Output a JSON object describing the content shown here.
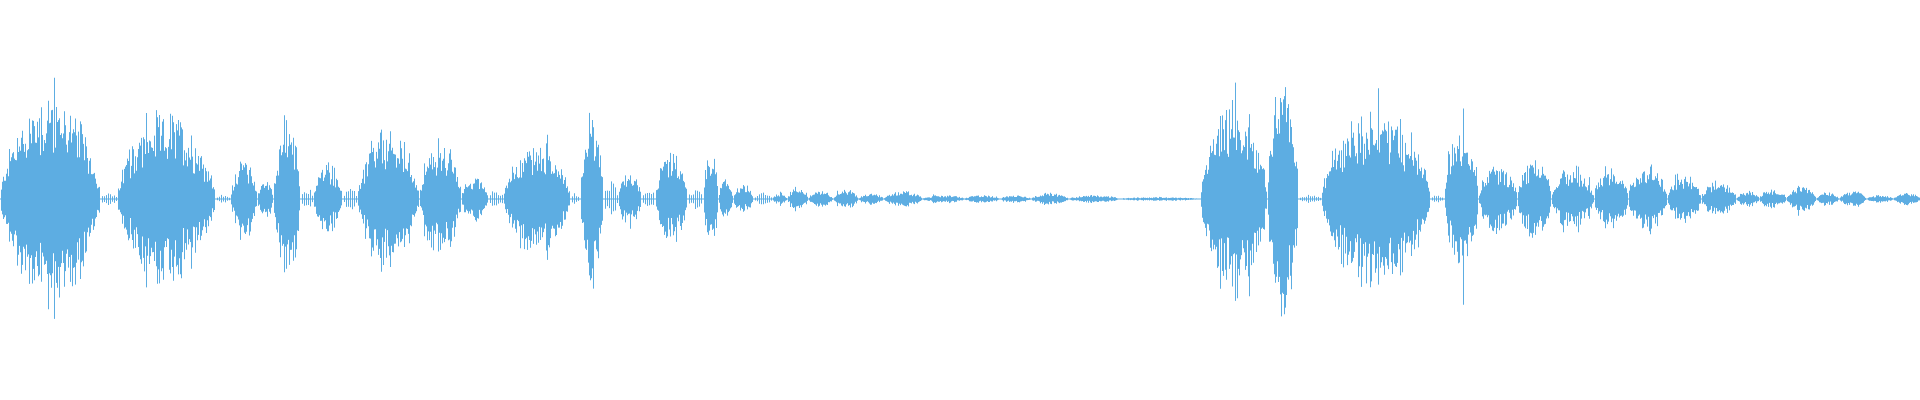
{
  "waveform": {
    "color": "#5dade2",
    "segments": [
      {
        "start": 0.0,
        "end": 0.052,
        "amp": 0.52,
        "density": "dense"
      },
      {
        "start": 0.052,
        "end": 0.061,
        "amp": 0.03,
        "density": "sparse"
      },
      {
        "start": 0.061,
        "end": 0.112,
        "amp": 0.42,
        "density": "dense"
      },
      {
        "start": 0.112,
        "end": 0.12,
        "amp": 0.02,
        "density": "sparse"
      },
      {
        "start": 0.12,
        "end": 0.134,
        "amp": 0.2,
        "density": "dense"
      },
      {
        "start": 0.134,
        "end": 0.142,
        "amp": 0.1,
        "density": "dense"
      },
      {
        "start": 0.142,
        "end": 0.156,
        "amp": 0.4,
        "density": "dense"
      },
      {
        "start": 0.156,
        "end": 0.163,
        "amp": 0.06,
        "density": "sparse"
      },
      {
        "start": 0.163,
        "end": 0.178,
        "amp": 0.18,
        "density": "dense"
      },
      {
        "start": 0.178,
        "end": 0.186,
        "amp": 0.05,
        "density": "sparse"
      },
      {
        "start": 0.186,
        "end": 0.218,
        "amp": 0.33,
        "density": "dense"
      },
      {
        "start": 0.218,
        "end": 0.24,
        "amp": 0.28,
        "density": "dense"
      },
      {
        "start": 0.24,
        "end": 0.254,
        "amp": 0.12,
        "density": "dense"
      },
      {
        "start": 0.254,
        "end": 0.262,
        "amp": 0.05,
        "density": "sparse"
      },
      {
        "start": 0.262,
        "end": 0.297,
        "amp": 0.28,
        "density": "dense"
      },
      {
        "start": 0.297,
        "end": 0.302,
        "amp": 0.03,
        "density": "sparse"
      },
      {
        "start": 0.302,
        "end": 0.314,
        "amp": 0.42,
        "density": "dense"
      },
      {
        "start": 0.314,
        "end": 0.322,
        "amp": 0.08,
        "density": "sparse"
      },
      {
        "start": 0.322,
        "end": 0.334,
        "amp": 0.14,
        "density": "dense"
      },
      {
        "start": 0.334,
        "end": 0.341,
        "amp": 0.06,
        "density": "sparse"
      },
      {
        "start": 0.341,
        "end": 0.358,
        "amp": 0.22,
        "density": "dense"
      },
      {
        "start": 0.358,
        "end": 0.366,
        "amp": 0.05,
        "density": "sparse"
      },
      {
        "start": 0.366,
        "end": 0.374,
        "amp": 0.25,
        "density": "dense"
      },
      {
        "start": 0.374,
        "end": 0.382,
        "amp": 0.1,
        "density": "dense"
      },
      {
        "start": 0.382,
        "end": 0.392,
        "amp": 0.07,
        "density": "dense"
      },
      {
        "start": 0.392,
        "end": 0.402,
        "amp": 0.03,
        "density": "sparse"
      },
      {
        "start": 0.402,
        "end": 0.41,
        "amp": 0.03,
        "density": "dense"
      },
      {
        "start": 0.41,
        "end": 0.421,
        "amp": 0.06,
        "density": "dense"
      },
      {
        "start": 0.421,
        "end": 0.434,
        "amp": 0.04,
        "density": "dense"
      },
      {
        "start": 0.434,
        "end": 0.447,
        "amp": 0.05,
        "density": "dense"
      },
      {
        "start": 0.447,
        "end": 0.46,
        "amp": 0.03,
        "density": "dense"
      },
      {
        "start": 0.46,
        "end": 0.48,
        "amp": 0.04,
        "density": "dense"
      },
      {
        "start": 0.48,
        "end": 0.502,
        "amp": 0.02,
        "density": "dense"
      },
      {
        "start": 0.502,
        "end": 0.521,
        "amp": 0.02,
        "density": "dense"
      },
      {
        "start": 0.521,
        "end": 0.537,
        "amp": 0.02,
        "density": "dense"
      },
      {
        "start": 0.537,
        "end": 0.556,
        "amp": 0.03,
        "density": "dense"
      },
      {
        "start": 0.556,
        "end": 0.583,
        "amp": 0.02,
        "density": "dense"
      },
      {
        "start": 0.583,
        "end": 0.625,
        "amp": 0.01,
        "density": "dense"
      },
      {
        "start": 0.625,
        "end": 0.66,
        "amp": 0.48,
        "density": "dense"
      },
      {
        "start": 0.66,
        "end": 0.676,
        "amp": 0.6,
        "density": "dense"
      },
      {
        "start": 0.676,
        "end": 0.688,
        "amp": 0.02,
        "density": "sparse"
      },
      {
        "start": 0.688,
        "end": 0.745,
        "amp": 0.45,
        "density": "dense"
      },
      {
        "start": 0.745,
        "end": 0.752,
        "amp": 0.02,
        "density": "sparse"
      },
      {
        "start": 0.752,
        "end": 0.77,
        "amp": 0.4,
        "density": "dense"
      },
      {
        "start": 0.77,
        "end": 0.79,
        "amp": 0.18,
        "density": "dense"
      },
      {
        "start": 0.79,
        "end": 0.808,
        "amp": 0.2,
        "density": "dense"
      },
      {
        "start": 0.808,
        "end": 0.83,
        "amp": 0.16,
        "density": "dense"
      },
      {
        "start": 0.83,
        "end": 0.848,
        "amp": 0.17,
        "density": "dense"
      },
      {
        "start": 0.848,
        "end": 0.868,
        "amp": 0.18,
        "density": "dense"
      },
      {
        "start": 0.868,
        "end": 0.886,
        "amp": 0.12,
        "density": "dense"
      },
      {
        "start": 0.886,
        "end": 0.904,
        "amp": 0.1,
        "density": "dense"
      },
      {
        "start": 0.904,
        "end": 0.916,
        "amp": 0.04,
        "density": "dense"
      },
      {
        "start": 0.916,
        "end": 0.93,
        "amp": 0.05,
        "density": "dense"
      },
      {
        "start": 0.93,
        "end": 0.946,
        "amp": 0.07,
        "density": "dense"
      },
      {
        "start": 0.946,
        "end": 0.958,
        "amp": 0.03,
        "density": "dense"
      },
      {
        "start": 0.958,
        "end": 0.972,
        "amp": 0.04,
        "density": "dense"
      },
      {
        "start": 0.972,
        "end": 0.986,
        "amp": 0.02,
        "density": "dense"
      },
      {
        "start": 0.986,
        "end": 1.0,
        "amp": 0.03,
        "density": "dense"
      }
    ]
  }
}
